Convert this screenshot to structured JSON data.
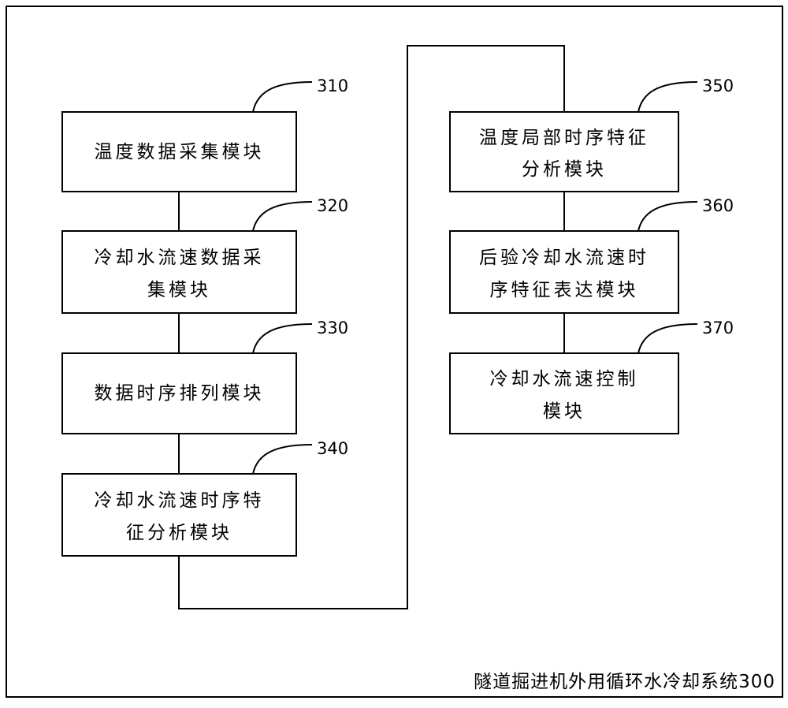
{
  "system": {
    "caption": "隧道掘进机外用循环水冷却系统300"
  },
  "modules": [
    {
      "id": "310",
      "ref": "310",
      "lines": [
        "温度数据采集模块"
      ]
    },
    {
      "id": "320",
      "ref": "320",
      "lines": [
        "冷却水流速数据采",
        "集模块"
      ]
    },
    {
      "id": "330",
      "ref": "330",
      "lines": [
        "数据时序排列模块"
      ]
    },
    {
      "id": "340",
      "ref": "340",
      "lines": [
        "冷却水流速时序特",
        "征分析模块"
      ]
    },
    {
      "id": "350",
      "ref": "350",
      "lines": [
        "温度局部时序特征",
        "分析模块"
      ]
    },
    {
      "id": "360",
      "ref": "360",
      "lines": [
        "后验冷却水流速时",
        "序特征表达模块"
      ]
    },
    {
      "id": "370",
      "ref": "370",
      "lines": [
        "冷却水流速控制",
        "模块"
      ]
    }
  ]
}
